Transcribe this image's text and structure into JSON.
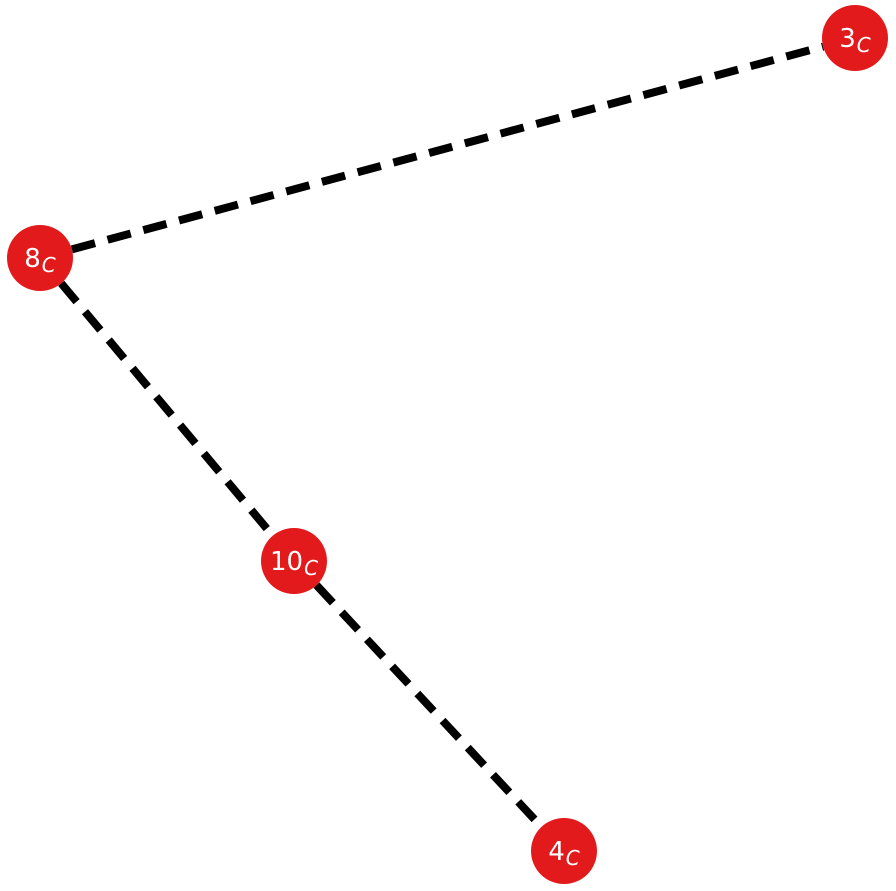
{
  "colors": {
    "node_fill": "#e31a1c",
    "edge_stroke": "#000000",
    "label_text": "#ffffff"
  },
  "edge_style": "dashed",
  "nodes": [
    {
      "id": "3c",
      "number": "3",
      "subscript": "C"
    },
    {
      "id": "8c",
      "number": "8",
      "subscript": "C"
    },
    {
      "id": "10c",
      "number": "10",
      "subscript": "C"
    },
    {
      "id": "4c",
      "number": "4",
      "subscript": "C"
    }
  ],
  "edges": [
    {
      "from": "8c",
      "to": "3c"
    },
    {
      "from": "8c",
      "to": "10c"
    },
    {
      "from": "10c",
      "to": "4c"
    }
  ]
}
